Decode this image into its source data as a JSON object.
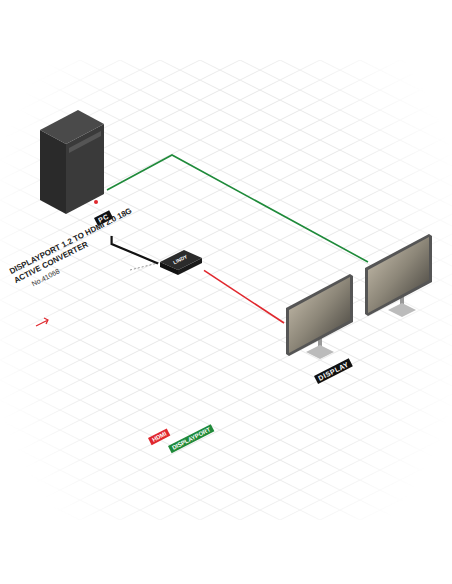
{
  "diagram": {
    "nodes": [
      {
        "text": [
          "PC"
        ]
      },
      {
        "text": [
          "LINDY"
        ]
      },
      {
        "text": [
          "DISPLAY"
        ]
      }
    ],
    "edges": [
      {
        "from": 0,
        "to": 1,
        "arrow": "none"
      },
      {
        "from": 1,
        "to": 2,
        "arrow": "none"
      }
    ],
    "labels": [
      "DISPLAYPORT 1.2 TO HDMI 2.0 18G ACTIVE CONVERTER",
      "No.41068"
    ],
    "legend": [
      {
        "text": "HDMI",
        "color": "#e0282e"
      },
      {
        "text": "DISPLAYPORT",
        "color": "#1f8a3a"
      }
    ]
  }
}
